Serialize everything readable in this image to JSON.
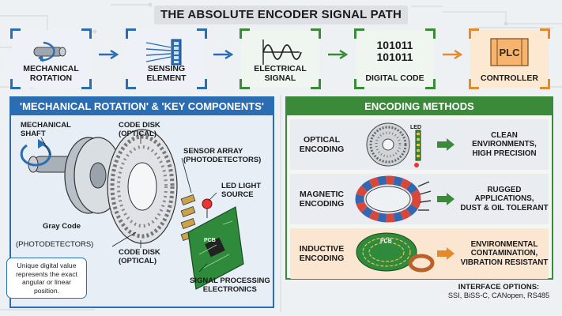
{
  "title": "THE ABSOLUTE ENCODER SIGNAL PATH",
  "flow": [
    {
      "label": "MECHANICAL\nROTATION",
      "color": "#2a6db3",
      "bg": "#eef2f8"
    },
    {
      "label": "SENSING\nELEMENT",
      "color": "#2a6db3",
      "bg": "#eef2f8"
    },
    {
      "label": "ELECTRICAL\nSIGNAL",
      "color": "#3a8a3a",
      "bg": "#eff5ef"
    },
    {
      "label": "DIGITAL CODE",
      "color": "#3a8a3a",
      "bg": "#eff5ef",
      "code_line1": "101011",
      "code_line2": "101011"
    },
    {
      "label": "CONTROLLER",
      "color": "#e58a2a",
      "bg": "#fde9d2",
      "plc": "PLC"
    }
  ],
  "left_panel": {
    "heading": "'MECHANICAL ROTATION' & 'KEY COMPONENTS'",
    "callouts": {
      "shaft": "MECHANICAL\nSHAFT",
      "code_disk_top": "CODE DISK\n(OPTICAL)",
      "sensor_array": "SENSOR ARRAY\n(PHOTODETECTORS)",
      "led": "LED LIGHT\nSOURCE",
      "gray_code": "Gray Code",
      "photodetectors": "(PHOTODETECTORS)",
      "code_disk_bottom": "CODE DISK\n(OPTICAL)",
      "electronics": "SIGNAL PROCESSING\nELECTRONICS",
      "pcb": "PCB"
    },
    "note": "Unique digital value represents the exact angular or linear position."
  },
  "right_panel": {
    "heading": "ENCODING METHODS",
    "methods": [
      {
        "name": "OPTICAL\nENCODING",
        "desc": "CLEAN ENVIRONMENTS,\nHIGH PRECISION",
        "bg": "#e9edf2",
        "arrow": "#3a8a3a",
        "led_label": "LED"
      },
      {
        "name": "MAGNETIC\nENCODING",
        "desc": "RUGGED APPLICATIONS,\nDUST & OIL TOLERANT",
        "bg": "#e9edf2",
        "arrow": "#3a8a3a"
      },
      {
        "name": "INDUCTIVE\nENCODING",
        "desc": "ENVIRONMENTAL\nCONTAMINATION,\nVIBRATION RESISTANT",
        "bg": "#fbe6d2",
        "arrow": "#e58a2a",
        "pcb_label": "PCB"
      }
    ]
  },
  "interface": {
    "title": "INTERFACE OPTIONS:",
    "options": "SSI, BiSS-C, CANopen, RS485"
  }
}
